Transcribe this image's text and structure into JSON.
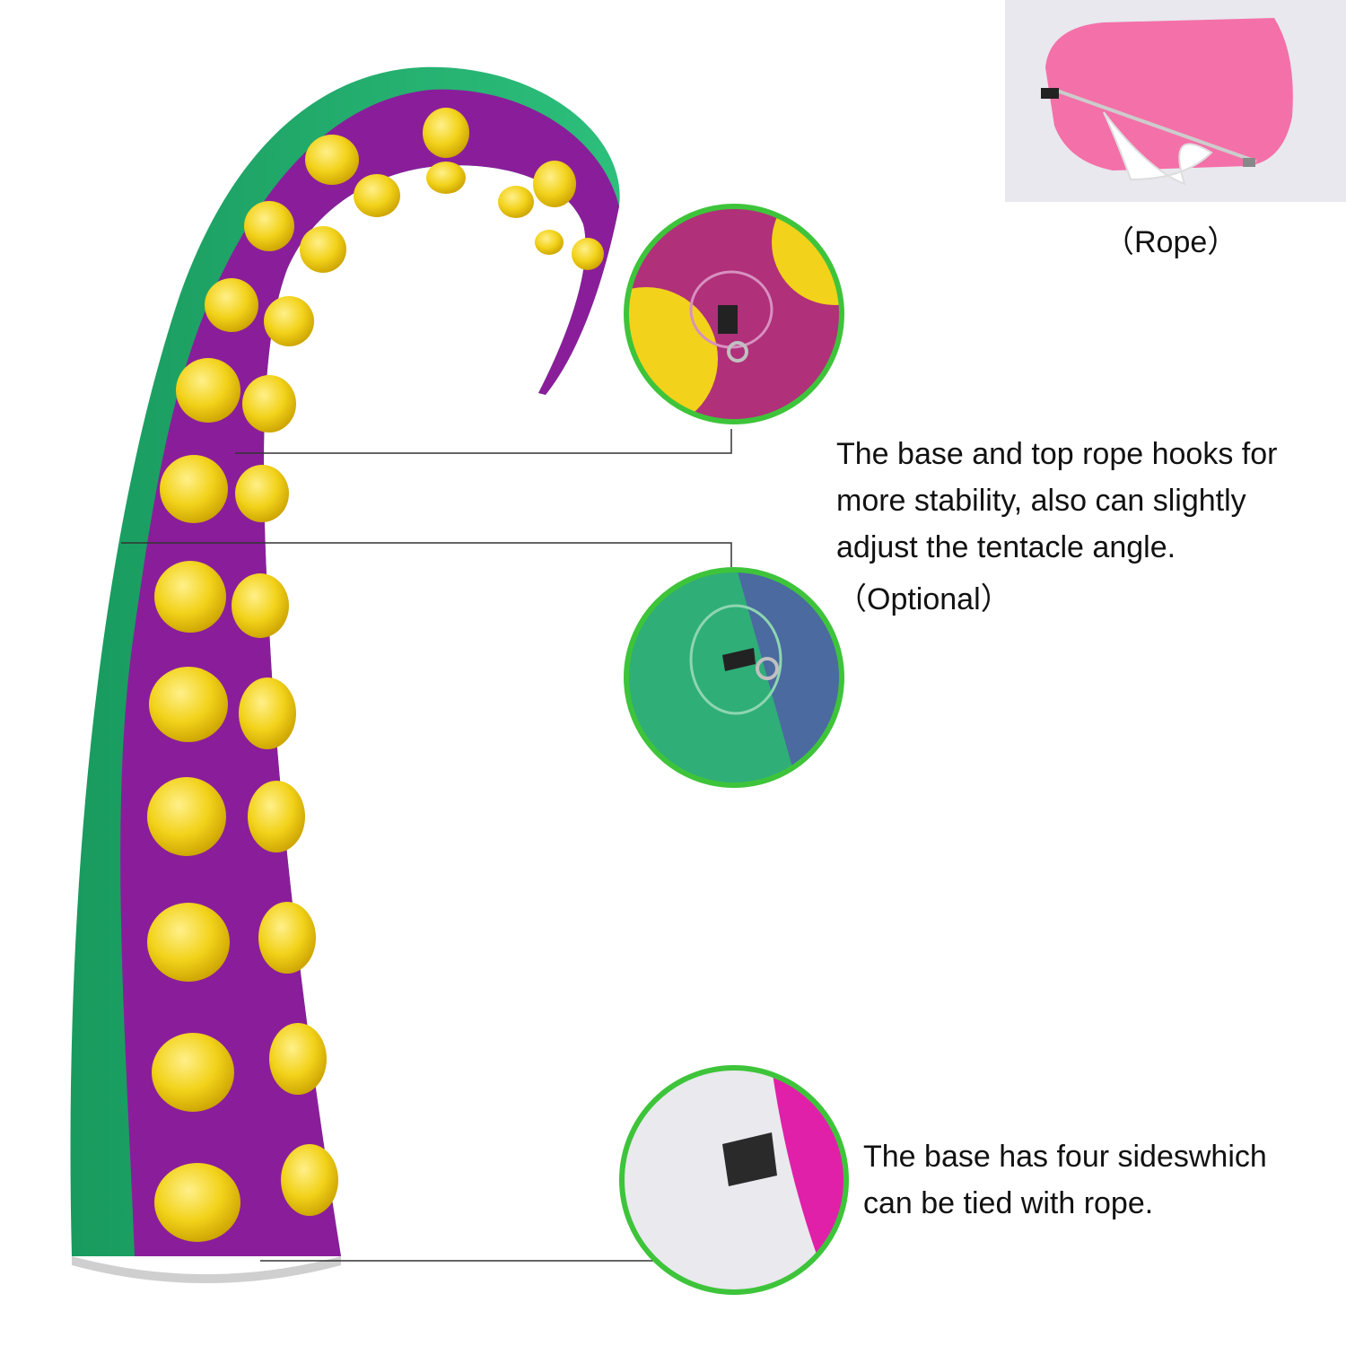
{
  "rope_inset": {
    "label": "（Rope）"
  },
  "callouts": {
    "hooks": {
      "lines": [
        "The base and top rope hooks for",
        "more stability, also can slightly",
        "adjust the tentacle angle.",
        "（Optional）"
      ]
    },
    "base": {
      "lines": [
        "The base has four sideswhich",
        "can be tied with rope."
      ]
    }
  },
  "colors": {
    "tentacle_green": "#1fa86a",
    "tentacle_purple": "#8a1e9a",
    "sucker_yellow": "#f2d21a",
    "circle_border": "#3ec43a",
    "bag_pink": "#f470a8"
  }
}
